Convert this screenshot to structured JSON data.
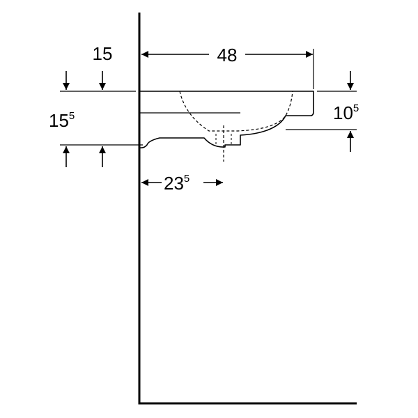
{
  "dimensions": {
    "width": {
      "value": "48"
    },
    "wall_offset": {
      "value": "15"
    },
    "basin_height": {
      "main": "15",
      "sup": "5"
    },
    "rim_height": {
      "main": "10",
      "sup": "5"
    },
    "drain_distance": {
      "main": "23",
      "sup": "5"
    }
  },
  "colors": {
    "line": "#000000",
    "background": "#ffffff"
  }
}
